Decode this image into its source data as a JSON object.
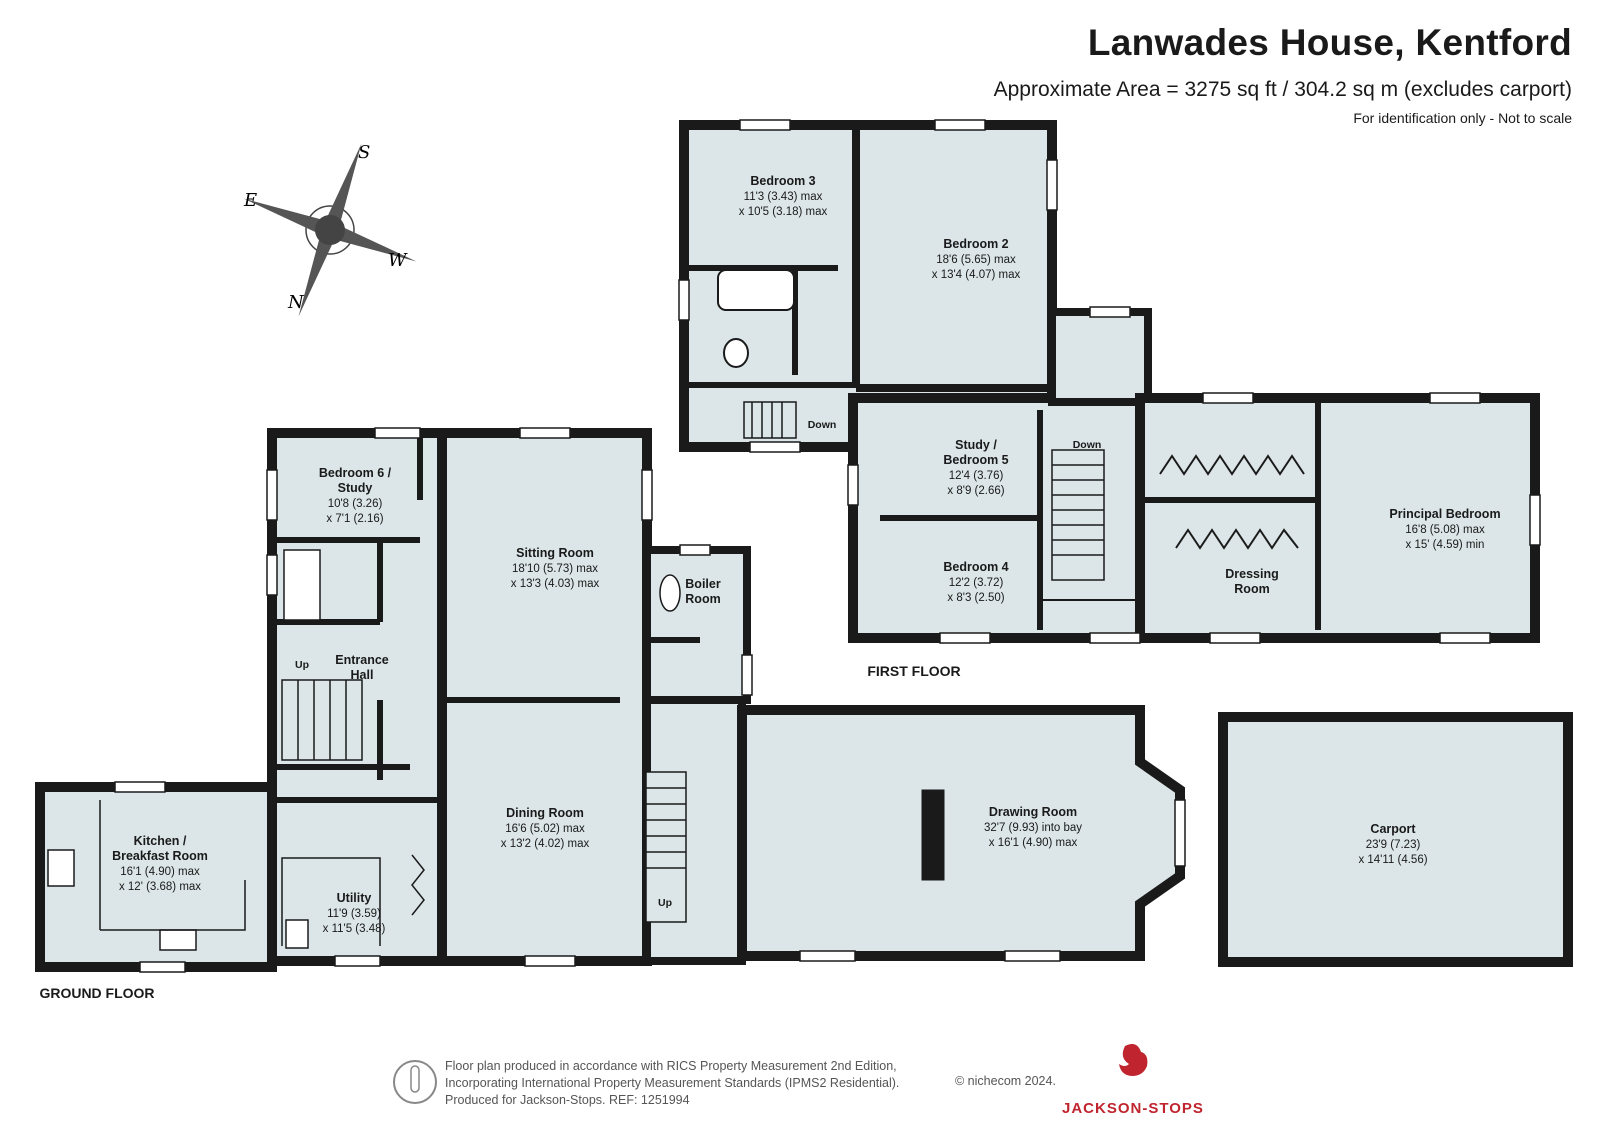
{
  "header": {
    "title": "Lanwades House, Kentford",
    "area": "Approximate Area = 3275 sq ft / 304.2 sq m (excludes carport)",
    "note": "For identification only - Not to scale"
  },
  "compass": {
    "north": "N",
    "south": "S",
    "east": "E",
    "west": "W"
  },
  "floors": {
    "ground": "GROUND FLOOR",
    "first": "FIRST FLOOR"
  },
  "rooms": {
    "bedroom3": {
      "name": "Bedroom 3",
      "d1": "11'3 (3.43) max",
      "d2": "x 10'5 (3.18) max"
    },
    "bedroom2": {
      "name": "Bedroom 2",
      "d1": "18'6 (5.65) max",
      "d2": "x 13'4 (4.07) max"
    },
    "study5": {
      "name1": "Study /",
      "name2": "Bedroom 5",
      "d1": "12'4 (3.76)",
      "d2": "x 8'9 (2.66)"
    },
    "bedroom4": {
      "name": "Bedroom 4",
      "d1": "12'2 (3.72)",
      "d2": "x 8'3 (2.50)"
    },
    "principal": {
      "name": "Principal Bedroom",
      "d1": "16'8 (5.08) max",
      "d2": "x 15' (4.59) min"
    },
    "dressing": {
      "name1": "Dressing",
      "name2": "Room"
    },
    "bedroom6": {
      "name1": "Bedroom 6 /",
      "name2": "Study",
      "d1": "10'8 (3.26)",
      "d2": "x 7'1 (2.16)"
    },
    "sitting": {
      "name": "Sitting Room",
      "d1": "18'10 (5.73) max",
      "d2": "x 13'3 (4.03) max"
    },
    "boiler": {
      "name1": "Boiler",
      "name2": "Room"
    },
    "entrance": {
      "name1": "Entrance",
      "name2": "Hall"
    },
    "dining": {
      "name": "Dining Room",
      "d1": "16'6 (5.02) max",
      "d2": "x 13'2 (4.02) max"
    },
    "drawing": {
      "name": "Drawing Room",
      "d1": "32'7 (9.93) into bay",
      "d2": "x 16'1 (4.90) max"
    },
    "carport": {
      "name": "Carport",
      "d1": "23'9 (7.23)",
      "d2": "x 14'11 (4.56)"
    },
    "kitchen": {
      "name1": "Kitchen /",
      "name2": "Breakfast Room",
      "d1": "16'1 (4.90) max",
      "d2": "x 12' (3.68) max"
    },
    "utility": {
      "name": "Utility",
      "d1": "11'9 (3.59)",
      "d2": "x 11'5 (3.48)"
    }
  },
  "stairs": {
    "up": "Up",
    "down": "Down"
  },
  "footer": {
    "line1": "Floor plan produced in accordance with RICS Property Measurement 2nd Edition,",
    "line2": "Incorporating International Property Measurement Standards (IPMS2 Residential).",
    "line3": "Produced for Jackson-Stops.   REF: 1251994",
    "copyright": "© nichecom 2024.",
    "brand": "JACKSON-STOPS"
  },
  "colors": {
    "floor": "#dce6e9",
    "wall": "#1a1a1a",
    "brand": "#c0252f"
  }
}
